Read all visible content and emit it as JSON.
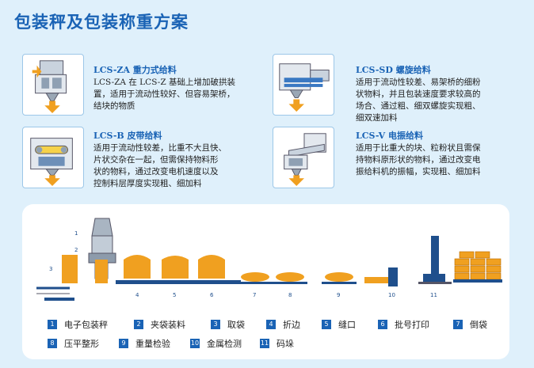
{
  "title": "包装秤及包装称重方案",
  "feeders": [
    {
      "name": "LCS-ZA 重力式给料",
      "desc": [
        "LCS-ZA 在 LCS-Z 基础上增加破拱装",
        "置，适用于流动性较好、但容易架桥，",
        "结块的物质"
      ]
    },
    {
      "name": "LCS-B 皮带给料",
      "desc": [
        " 适用于流动性较差，比重不大且快、",
        "片状交杂在一起，但需保持物料形",
        "状的物料，通过改变电机速度以及",
        "控制料层厚度实现粗、细加料"
      ]
    },
    {
      "name": "LCS-SD 螺旋给料",
      "desc": [
        "适用于流动性较差、易架桥的细粉",
        "状物料，并且包装速度要求较高的",
        "场合、通过粗、细双螺旋实现粗、",
        "细双速加料"
      ]
    },
    {
      "name": "LCS-V 电振给料",
      "desc": [
        " 适用于比重大的块、粒粉状且需保",
        "持物料原形状的物料，通过改变电",
        "振给料机的振幅，实现粗、细加料"
      ]
    }
  ],
  "diagram_numbers": [
    "1",
    "2",
    "3",
    "4",
    "5",
    "6",
    "7",
    "8",
    "9",
    "10",
    "11"
  ],
  "legend": [
    {
      "num": "1",
      "label": "电子包装秤"
    },
    {
      "num": "2",
      "label": "夹袋装料"
    },
    {
      "num": "3",
      "label": "取袋"
    },
    {
      "num": "4",
      "label": "折边"
    },
    {
      "num": "5",
      "label": "缝口"
    },
    {
      "num": "6",
      "label": "批号打印"
    },
    {
      "num": "7",
      "label": "倒袋"
    },
    {
      "num": "8",
      "label": "压平整形"
    },
    {
      "num": "9",
      "label": "重量检验"
    },
    {
      "num": "10",
      "label": "金属检测"
    },
    {
      "num": "11",
      "label": "码垛"
    }
  ],
  "colors": {
    "accent": "#1a63b5",
    "bag": "#f0a020",
    "conveyor": "#1f4f8c"
  }
}
